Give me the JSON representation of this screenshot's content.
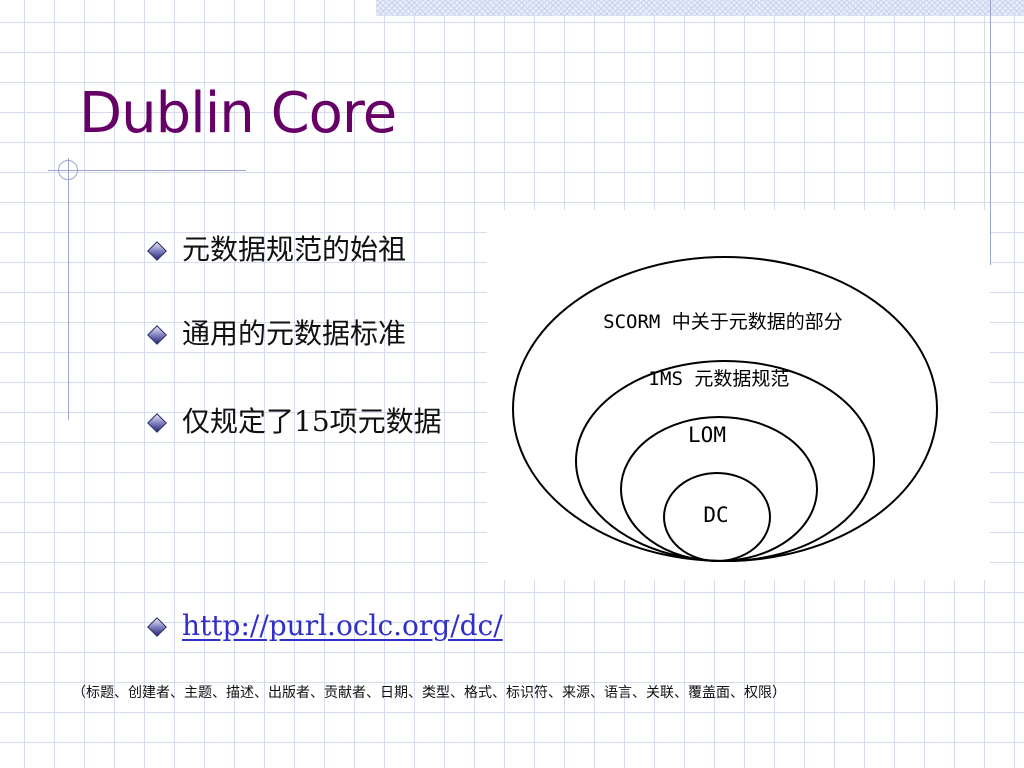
{
  "slide": {
    "title": "Dublin Core",
    "bullets": [
      "元数据规范的始祖",
      "通用的元数据标准",
      "仅规定了15项元数据"
    ],
    "link": "http://purl.oclc.org/dc/",
    "footnote": "（标题、创建者、主题、描述、出版者、贡献者、日期、类型、格式、标识符、来源、语言、关联、覆盖面、权限）"
  },
  "diagram": {
    "rings": [
      "SCORM 中关于元数据的部分",
      "IMS 元数据规范",
      "LOM",
      "DC"
    ]
  },
  "colors": {
    "title": "#660066",
    "link": "#3030c8",
    "grid": "#d7dcec",
    "bullet_diamond": "#252578"
  },
  "icons": {
    "bullet": "diamond-bullet-icon"
  }
}
